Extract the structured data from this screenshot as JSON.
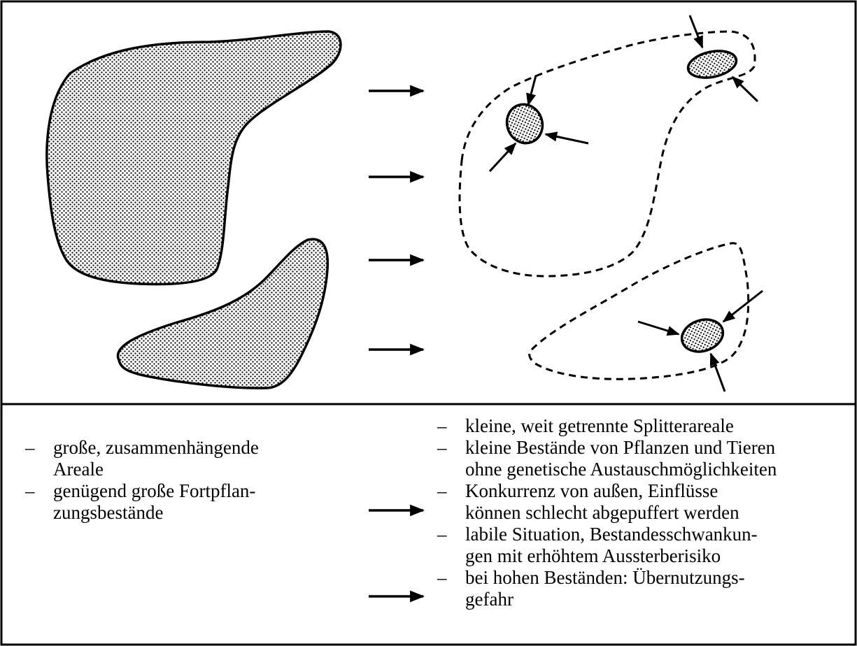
{
  "bullet_symbol": "–",
  "left_list": [
    "große, zusammenhängende Areale",
    "genügend große Fortpflanzungsbestände"
  ],
  "left_list_lines": [
    [
      "große, zusammenhängende",
      "Areale"
    ],
    [
      "genügend große Fortpflan-",
      "zungsbestände"
    ]
  ],
  "right_list_lines": [
    [
      "kleine, weit getrennte Splitterareale"
    ],
    [
      "kleine Bestände von Pflanzen und Tieren",
      "ohne genetische Austauschmöglichkeiten"
    ],
    [
      "Konkurrenz von außen, Einflüsse",
      "können schlecht abgepuffert werden"
    ],
    [
      "labile Situation, Bestandesschwankun-",
      "gen mit erhöhtem Aussterberisiko"
    ],
    [
      "bei hohen Beständen: Übernutzungs-",
      "gefahr"
    ]
  ],
  "colors": {
    "ink": "#000000",
    "stipple": "#000000",
    "paper": "#ffffff"
  }
}
